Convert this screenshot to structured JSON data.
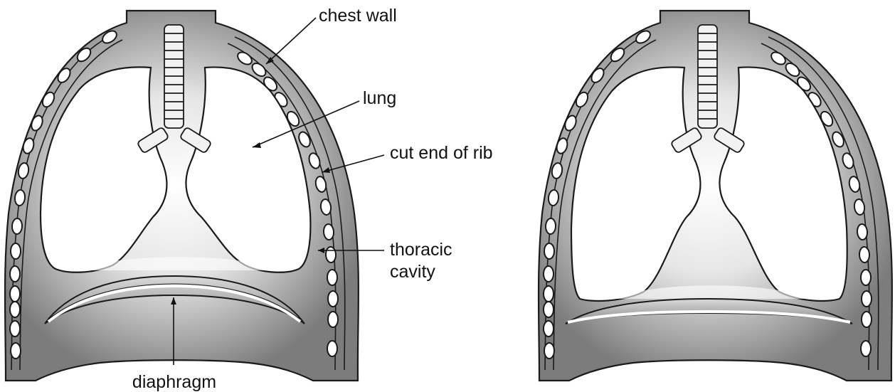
{
  "labels": {
    "chest_wall": "chest wall",
    "lung": "lung",
    "cut_end_of_rib": "cut end of rib",
    "thoracic_cavity_line1": "thoracic",
    "thoracic_cavity_line2": "cavity",
    "diaphragm": "diaphragm"
  },
  "colors": {
    "wall": "#7f7f7f",
    "outline": "#1a1a1a",
    "lung_fill": "#ffffff",
    "trachea_fill": "#f2f2f2"
  }
}
